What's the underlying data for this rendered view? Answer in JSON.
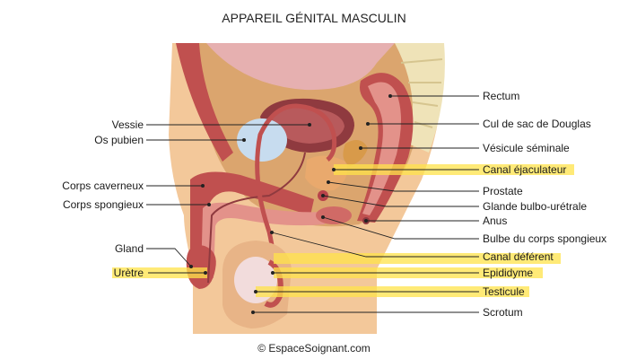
{
  "title": "APPAREIL GÉNITAL MASCULIN",
  "credit": "© EspaceSoignant.com",
  "colors": {
    "skin": "#f3c89a",
    "skin_dark": "#dba56e",
    "muscle": "#c0504f",
    "muscle_light": "#e3928a",
    "bladder": "#8f3a3f",
    "bone": "#c7dcef",
    "highlight": "#ffe34a"
  },
  "labels": {
    "vessie": "Vessie",
    "os_pubien": "Os pubien",
    "corps_caverneux": "Corps caverneux",
    "corps_spongieux": "Corps spongieux",
    "gland": "Gland",
    "uretre": "Urètre",
    "rectum": "Rectum",
    "cul_de_sac": "Cul de sac de Douglas",
    "vesicule": "Vésicule séminale",
    "canal_ejaculateur": "Canal éjaculateur",
    "prostate": "Prostate",
    "glande_bulbo": "Glande bulbo-urétrale",
    "anus": "Anus",
    "bulbe": "Bulbe du corps spongieux",
    "canal_deferent": "Canal déférent",
    "epididyme": "Epididyme",
    "testicule": "Testicule",
    "scrotum": "Scrotum"
  }
}
